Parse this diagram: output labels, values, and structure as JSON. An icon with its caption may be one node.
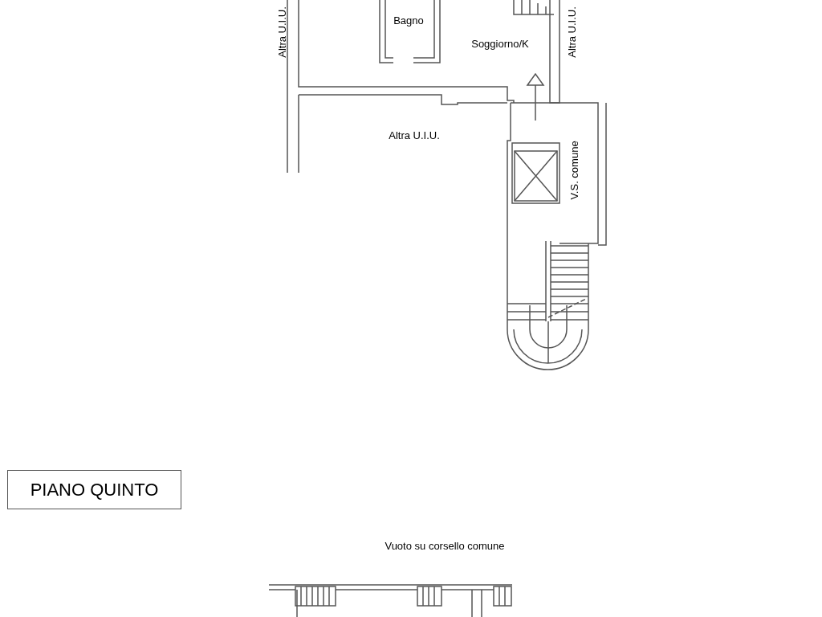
{
  "diagram": {
    "nodes": [
      {
        "text": [
          "PIANO QUINTO"
        ]
      }
    ],
    "labels": [
      "Altra U.I.U.",
      "Bagno",
      "Soggiorno/K",
      "Altra U.I.U.",
      "Altra U.I.U.",
      "V.S. comune",
      "Vuoto su corsello comune"
    ]
  }
}
